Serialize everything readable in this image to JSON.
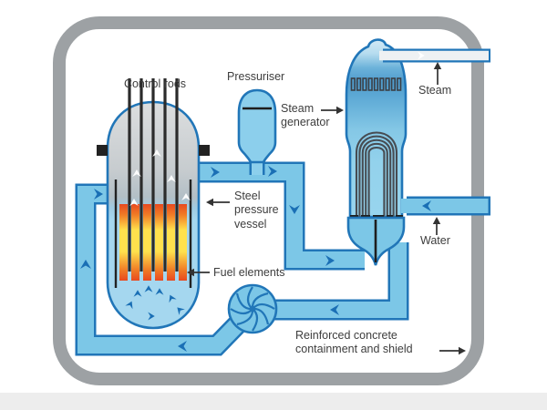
{
  "diagram": {
    "type": "pressurized-water-reactor-schematic",
    "description": "Cutaway schematic of a PWR nuclear power plant inside its containment"
  },
  "labels": {
    "control_rods": "Control rods",
    "pressuriser": "Pressuriser",
    "steam_generator": "Steam generator",
    "steam": "Steam",
    "water": "Water",
    "steel_pressure_vessel": "Steel pressure vessel",
    "fuel_elements": "Fuel elements",
    "containment": "Reinforced concrete containment and shield"
  },
  "colors": {
    "containment_gray": "#9da1a4",
    "pipe_fill": "#7cc7e7",
    "pipe_stroke": "#2176b8",
    "steam_pipe_fill": "#eef1f3",
    "pressuriser_fill": "#8ccfec",
    "vessel_steel": "#d9dbdd",
    "water_fill": "#a5d7ef",
    "fuel_hot": "#e8491f",
    "fuel_core": "#ffe14d",
    "control_rod_black": "#2b2b2b",
    "flow_arrow_blue": "#1a6fb5",
    "label_text": "#3d3d3d"
  }
}
